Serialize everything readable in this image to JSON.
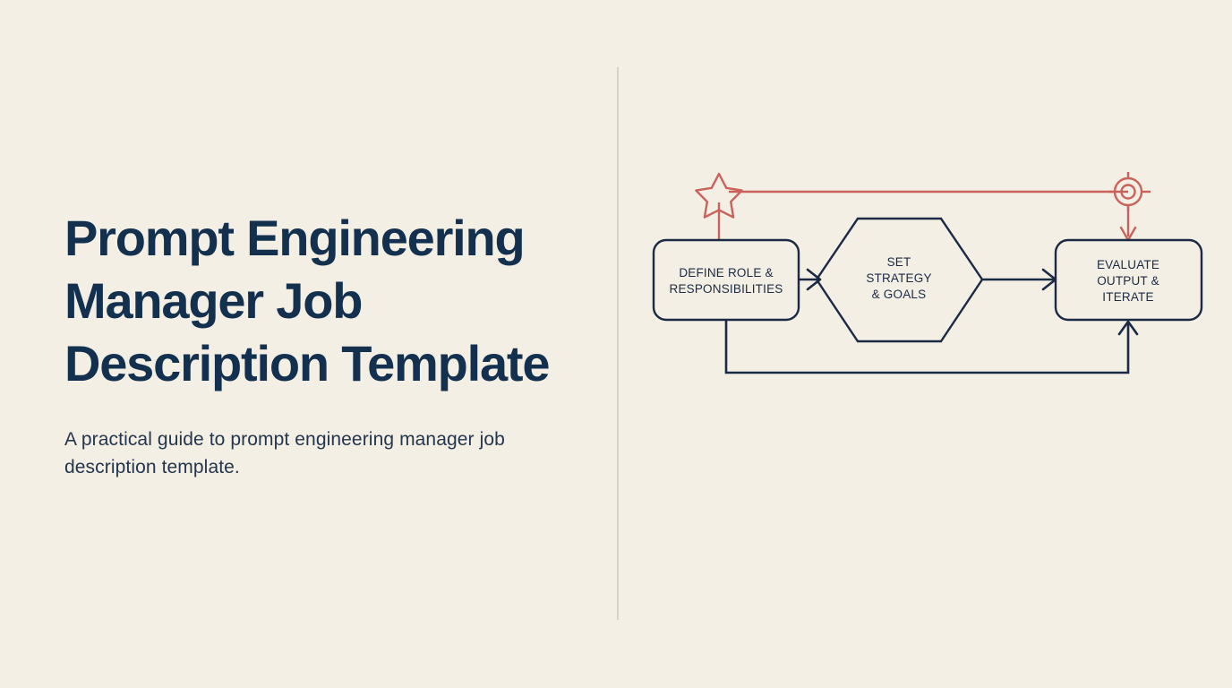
{
  "slide": {
    "background_color": "#f3efe4",
    "title": "Prompt Engineering Manager Job Description Template",
    "subtitle": "A practical guide to prompt engineering manager job description template."
  },
  "theme": {
    "navy": "#1b2a44",
    "title_navy": "#13304f",
    "red": "#c9625a",
    "divider": "#d8d3c4",
    "background": "#f3efe4"
  },
  "divider": {
    "name": "vertical-divider",
    "orientation": "vertical"
  },
  "diagram": {
    "name": "process-flow-diagram",
    "type": "flowchart",
    "nodes": [
      {
        "id": "define-role",
        "shape": "rounded-rectangle",
        "lines": [
          "DEFINE ROLE &",
          "RESPONSIBILITIES"
        ]
      },
      {
        "id": "set-strategy",
        "shape": "hexagon",
        "lines": [
          "SET",
          "STRATEGY",
          "& GOALS"
        ]
      },
      {
        "id": "evaluate-output",
        "shape": "rounded-rectangle",
        "lines": [
          "EVALUATE",
          "OUTPUT &",
          "ITERATE"
        ]
      }
    ],
    "connectors": [
      {
        "id": "define-to-strategy",
        "from": "define-role",
        "to": "set-strategy",
        "color": "navy",
        "arrow": true
      },
      {
        "id": "strategy-to-evaluate",
        "from": "set-strategy",
        "to": "evaluate-output",
        "color": "navy",
        "arrow": true
      },
      {
        "id": "feedback-loop",
        "from": "evaluate-output",
        "to": "define-role",
        "color": "navy",
        "arrow": true,
        "style": "bottom-loop"
      },
      {
        "id": "highlight-link",
        "from": "target-marker",
        "to": "star-marker",
        "color": "red",
        "style": "top-loop"
      }
    ],
    "markers": [
      {
        "id": "star-marker",
        "icon": "star-icon",
        "color": "red"
      },
      {
        "id": "target-marker",
        "icon": "target-icon",
        "color": "red"
      }
    ]
  }
}
